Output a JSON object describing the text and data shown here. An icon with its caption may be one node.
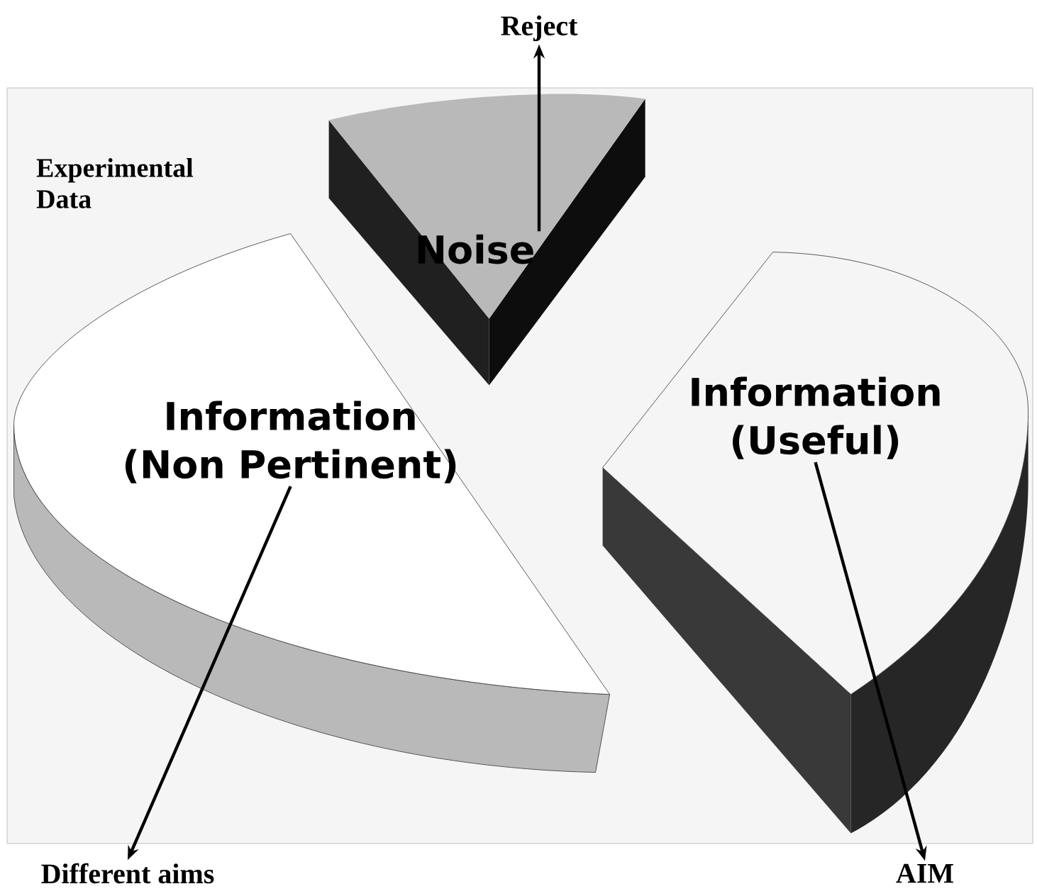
{
  "diagram": {
    "nodes": [
      {
        "text": [
          "Experimental Data"
        ]
      },
      {
        "text": [
          "Noise"
        ],
        "in": 0
      },
      {
        "text": [
          "Information (Non Pertinent)"
        ],
        "in": 0
      },
      {
        "text": [
          "Information (Useful)"
        ],
        "in": 0
      },
      {
        "text": [
          "Reject"
        ]
      },
      {
        "text": [
          "Different aims"
        ]
      },
      {
        "text": [
          "AIM"
        ]
      }
    ],
    "edges": [
      {
        "from": 1,
        "to": 4,
        "arrow": "to"
      },
      {
        "from": 2,
        "to": 5,
        "arrow": "to"
      },
      {
        "from": 3,
        "to": 6,
        "arrow": "to"
      }
    ]
  }
}
